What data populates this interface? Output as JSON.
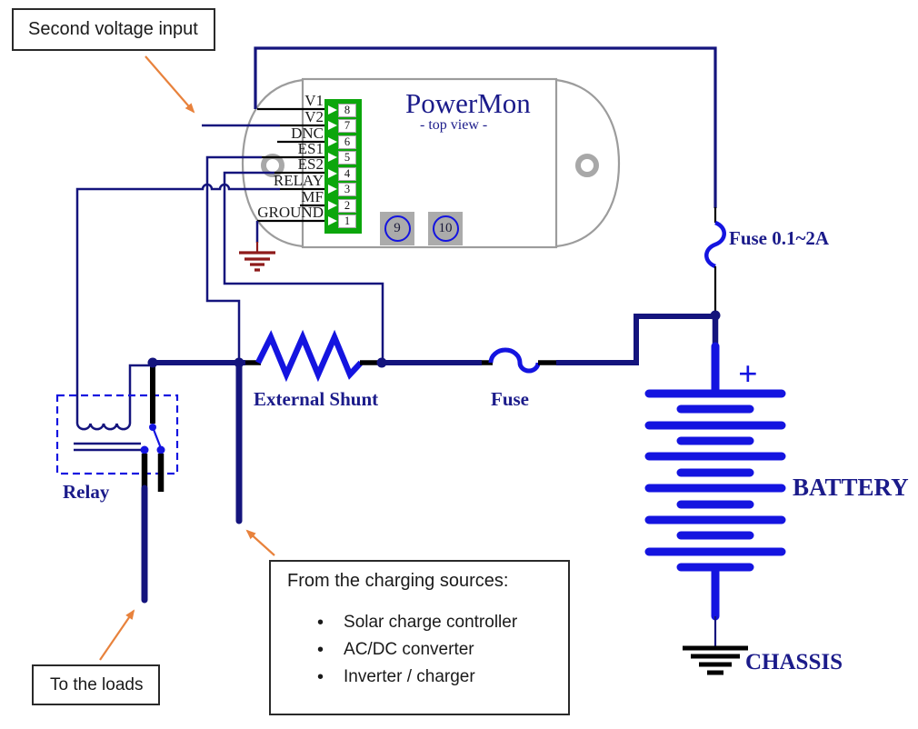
{
  "device": {
    "title": "PowerMon",
    "subtitle": "- top view -",
    "pins": [
      {
        "number": "8",
        "label": "V1"
      },
      {
        "number": "7",
        "label": "V2"
      },
      {
        "number": "6",
        "label": "DNC"
      },
      {
        "number": "5",
        "label": "ES1"
      },
      {
        "number": "4",
        "label": "ES2"
      },
      {
        "number": "3",
        "label": "RELAY"
      },
      {
        "number": "2",
        "label": "MF"
      },
      {
        "number": "1",
        "label": "GROUND"
      }
    ],
    "terminals": [
      {
        "label": "9"
      },
      {
        "label": "10"
      }
    ]
  },
  "components": {
    "fuse_vertical": "Fuse 0.1~2A",
    "external_shunt": "External Shunt",
    "fuse_main": "Fuse",
    "relay": "Relay",
    "battery": "BATTERY",
    "battery_polarity": "+",
    "chassis": "CHASSIS"
  },
  "annotations": {
    "second_voltage_input": "Second voltage input",
    "to_the_loads": "To the loads",
    "charging_sources_title": "From the charging sources:",
    "bullet": "•",
    "charging_sources": [
      "Solar charge controller",
      "AC/DC converter",
      "Inverter / charger"
    ]
  },
  "colors": {
    "wire_navy": "#14147D",
    "wire_blue": "#1414E0",
    "connector_green": "#0CA60C",
    "device_gray": "#9C9C9C",
    "ground_red": "#8E1A1A",
    "arrow_orange": "#E8823C",
    "label_navy": "#1B1B8A",
    "terminal_gray": "#ABABAB"
  }
}
